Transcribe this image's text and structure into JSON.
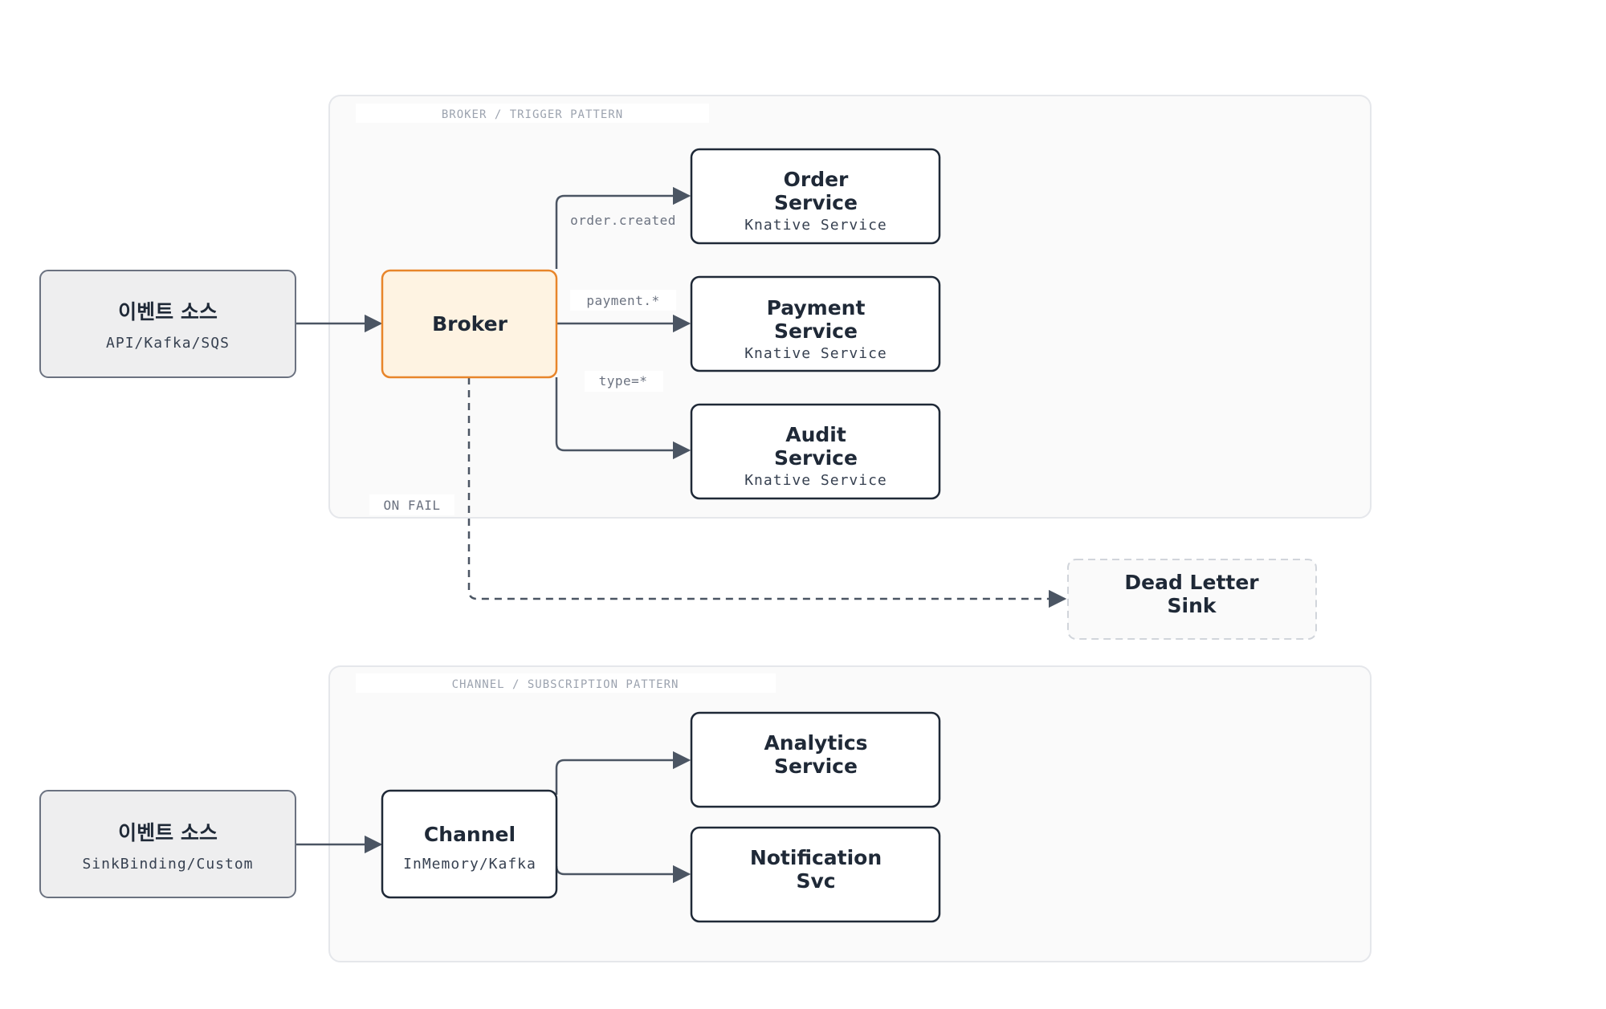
{
  "groups": {
    "broker": {
      "label": "BROKER / TRIGGER PATTERN",
      "fail_label": "ON FAIL"
    },
    "channel": {
      "label": "CHANNEL / SUBSCRIPTION PATTERN"
    }
  },
  "nodes": {
    "source1": {
      "title": "이벤트 소스",
      "subtitle": "API/Kafka/SQS"
    },
    "broker": {
      "title": "Broker"
    },
    "order": {
      "title1": "Order",
      "title2": "Service",
      "subtitle": "Knative Service"
    },
    "payment": {
      "title1": "Payment",
      "title2": "Service",
      "subtitle": "Knative Service"
    },
    "audit": {
      "title1": "Audit",
      "title2": "Service",
      "subtitle": "Knative Service"
    },
    "dead_letter": {
      "title1": "Dead Letter",
      "title2": "Sink"
    },
    "source2": {
      "title": "이벤트 소스",
      "subtitle": "SinkBinding/Custom"
    },
    "channel": {
      "title": "Channel",
      "subtitle": "InMemory/Kafka"
    },
    "analytics": {
      "title1": "Analytics",
      "title2": "Service"
    },
    "notification": {
      "title1": "Notification",
      "title2": "Svc"
    }
  },
  "edges": {
    "order_filter": "order.created",
    "payment_filter": "payment.*",
    "audit_filter": "type=*"
  },
  "colors": {
    "broker_stroke": "#e8852a",
    "broker_fill": "#fef3e2",
    "node_stroke": "#1f2937",
    "source_fill": "#eeeeef",
    "source_stroke": "#6b7280",
    "group_fill": "#fafafa",
    "group_stroke": "#e5e7eb",
    "edge": "#4b5563",
    "dashed": "#9ca3af"
  }
}
